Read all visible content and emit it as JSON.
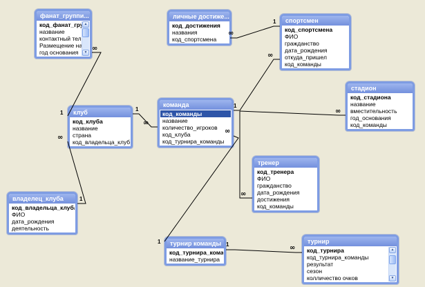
{
  "colors": {
    "canvas_bg": "#ECE9D8",
    "table_border_blue": "#7E9CE3",
    "header_gradient_top": "#9DB5EE",
    "header_gradient_bottom": "#7390DD",
    "selection_blue": "#2E55A8"
  },
  "icons": {
    "scroll_up": "▲",
    "scroll_down": "▼"
  },
  "tables": [
    {
      "title": "фанат_группи...",
      "fields": [
        {
          "name": "код_фанат_групп",
          "pk": true
        },
        {
          "name": "название"
        },
        {
          "name": "контактный телеф"
        },
        {
          "name": "Размещение на ст"
        },
        {
          "name": "год основания"
        }
      ],
      "has_scrollbar": true
    },
    {
      "title": "личные достиже...",
      "fields": [
        {
          "name": "код_достижения",
          "pk": true
        },
        {
          "name": "названия"
        },
        {
          "name": "код_спортсмена"
        }
      ]
    },
    {
      "title": "спортсмен",
      "fields": [
        {
          "name": "код_спортсмена",
          "pk": true
        },
        {
          "name": "ФИО"
        },
        {
          "name": "гражданство"
        },
        {
          "name": "дата_рождения"
        },
        {
          "name": "откуда_пришел"
        },
        {
          "name": "код_команды"
        }
      ]
    },
    {
      "title": "стадион",
      "fields": [
        {
          "name": "код_стадиона",
          "pk": true
        },
        {
          "name": "название"
        },
        {
          "name": "вместительность"
        },
        {
          "name": "год_основания"
        },
        {
          "name": "код_команды"
        }
      ]
    },
    {
      "title": "клуб",
      "fields": [
        {
          "name": "код_клуба",
          "pk": true
        },
        {
          "name": "название"
        },
        {
          "name": "страна"
        },
        {
          "name": "код_владельца_клуба"
        }
      ]
    },
    {
      "title": "команда",
      "fields": [
        {
          "name": "код_команды",
          "pk": true,
          "selected": true
        },
        {
          "name": "название"
        },
        {
          "name": "количество_игроков"
        },
        {
          "name": "код_клуба"
        },
        {
          "name": "код_турнира_команды"
        }
      ]
    },
    {
      "title": "тренер",
      "fields": [
        {
          "name": "код_тренера",
          "pk": true
        },
        {
          "name": "ФИО"
        },
        {
          "name": "гражданство"
        },
        {
          "name": "дата_рождения"
        },
        {
          "name": "достижения"
        },
        {
          "name": "код_команды"
        }
      ]
    },
    {
      "title": "владелец_клуба",
      "fields": [
        {
          "name": "код_владельца_клуба",
          "pk": true
        },
        {
          "name": "ФИО"
        },
        {
          "name": "дата_рождения"
        },
        {
          "name": "деятельность"
        }
      ]
    },
    {
      "title": "турнир команды",
      "fields": [
        {
          "name": "код_турнира_команд",
          "pk": true
        },
        {
          "name": "название_турнира"
        }
      ]
    },
    {
      "title": "турнир",
      "fields": [
        {
          "name": "код_турнира",
          "pk": true
        },
        {
          "name": "код_турнира_команды"
        },
        {
          "name": "результат"
        },
        {
          "name": "сезон"
        },
        {
          "name": "колличество очков"
        }
      ],
      "has_scrollbar": true
    }
  ],
  "relationships": [
    {
      "from": "клуб",
      "to": "фанат_группи...",
      "one": "1",
      "many": "∞"
    },
    {
      "from": "спортсмен",
      "to": "личные достиже...",
      "one": "1",
      "many": "∞"
    },
    {
      "from": "клуб",
      "to": "команда",
      "one": "1",
      "many": "∞"
    },
    {
      "from": "владелец_клуба",
      "to": "клуб",
      "one": "1",
      "many": "∞"
    },
    {
      "from": "команда",
      "to": "спортсмен",
      "one": "1",
      "many": "∞"
    },
    {
      "from": "команда",
      "to": "стадион",
      "one": "1",
      "many": "∞"
    },
    {
      "from": "команда",
      "to": "тренер",
      "one": "1",
      "many": "∞"
    },
    {
      "from": "турнир команды",
      "to": "команда",
      "one": "1",
      "many": "∞"
    },
    {
      "from": "турнир команды",
      "to": "турнир",
      "one": "1",
      "many": "∞"
    }
  ]
}
